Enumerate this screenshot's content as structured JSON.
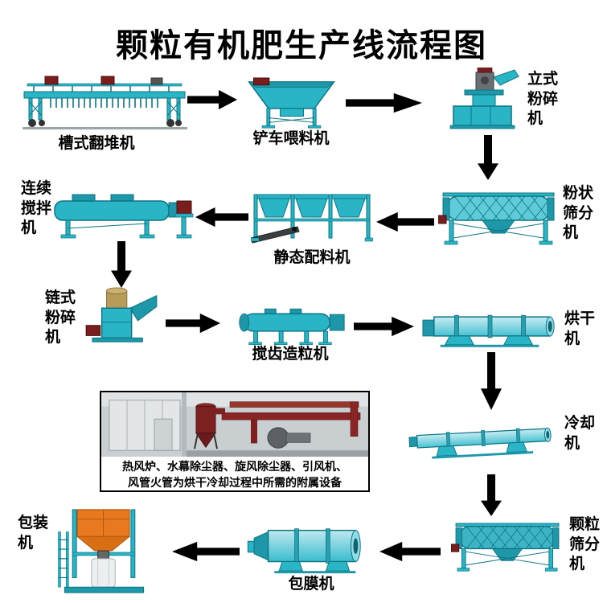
{
  "title": "颗粒有机肥生产线流程图",
  "nodes": [
    {
      "id": "trough-turner",
      "label": "槽式翻堆机"
    },
    {
      "id": "loader-feeder",
      "label": "铲车喂料机"
    },
    {
      "id": "vertical-crusher",
      "label": "立式粉碎机"
    },
    {
      "id": "powder-screener",
      "label": "粉状筛分机"
    },
    {
      "id": "static-batcher",
      "label": "静态配料机"
    },
    {
      "id": "continuous-mixer",
      "label": "连续搅拌机"
    },
    {
      "id": "chain-crusher",
      "label": "链式粉碎机"
    },
    {
      "id": "tooth-granulator",
      "label": "搅齿造粒机"
    },
    {
      "id": "dryer",
      "label": "烘干机"
    },
    {
      "id": "cooler",
      "label": "冷却机"
    },
    {
      "id": "granule-screener",
      "label": "颗粒筛分机"
    },
    {
      "id": "coating-machine",
      "label": "包膜机"
    },
    {
      "id": "packing-machine",
      "label": "包装机"
    }
  ],
  "inset": {
    "caption_line1": "热风炉、水幕除尘器、旋风除尘器、引风机、",
    "caption_line2": "风管火管为烘干冷却过程中所需的附属设备"
  },
  "colors": {
    "machine_teal": "#29b5c6",
    "machine_teal_dark": "#1e97a8",
    "outline": "#0d7483",
    "arrow_black": "#000000",
    "packing_orange": "#e8791f",
    "motor_red": "#7a1d1d"
  }
}
